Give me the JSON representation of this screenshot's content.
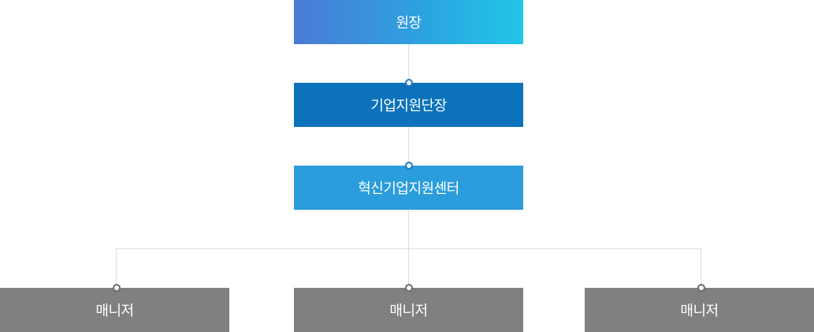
{
  "org_chart": {
    "director": {
      "label": "원장"
    },
    "division_head": {
      "label": "기업지원단장"
    },
    "center": {
      "label": "혁신기업지원센터"
    },
    "managers": [
      {
        "label": "매니저"
      },
      {
        "label": "매니저"
      },
      {
        "label": "매니저"
      }
    ]
  },
  "colors": {
    "director_gradient": [
      "#4a7bd6",
      "#22c6e8"
    ],
    "division_head": "#0b72bb",
    "center": "#2b9ddc",
    "manager": "#808080",
    "connector": "#dcdcdc",
    "dot_blue": "#1f78c3",
    "dot_gray": "#6d6d6d"
  }
}
